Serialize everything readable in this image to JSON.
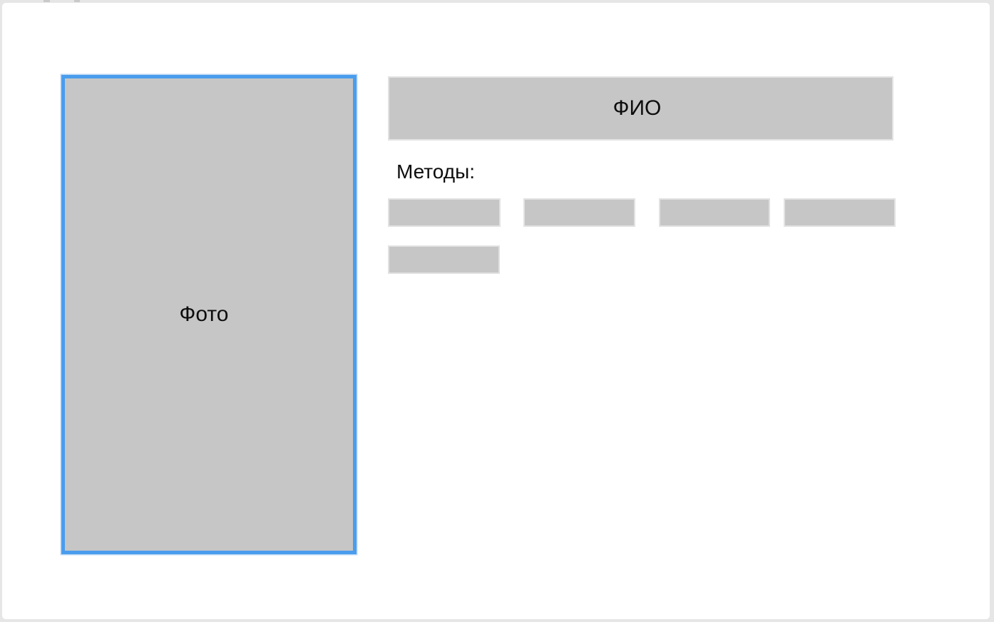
{
  "artboard": {
    "photo_placeholder": {
      "label": "Фото"
    },
    "name_bar": {
      "label": "ФИО"
    },
    "methods_section": {
      "label": "Методы:",
      "placeholder_chip_count": 5
    }
  },
  "colors": {
    "page_background": "#e6e6e6",
    "artboard_background": "#ffffff",
    "placeholder_fill": "#c6c6c6",
    "placeholder_edge": "#e2e2e2",
    "selection_border": "#4a9ded",
    "text_color": "#0d0d0d"
  }
}
